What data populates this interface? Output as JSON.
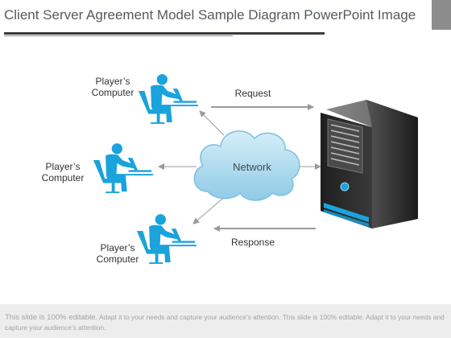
{
  "title": "Client Server Agreement Model Sample Diagram PowerPoint Image",
  "diagram": {
    "clients": [
      {
        "label_line1": "Player’s",
        "label_line2": "Computer"
      },
      {
        "label_line1": "Player’s",
        "label_line2": "Computer"
      },
      {
        "label_line1": "Player’s",
        "label_line2": "Computer"
      }
    ],
    "network_label": "Network",
    "request_label": "Request",
    "response_label": "Response",
    "icons": [
      "person-at-computer-icon",
      "cloud-icon",
      "server-tower-icon"
    ],
    "colors": {
      "accent_blue": "#1aa3dc",
      "cloud_fill": "#b3ddee",
      "server_dark": "#2b2b2b",
      "arrow_gray": "#9a9a9a"
    }
  },
  "footer": {
    "text_prefix": "This slide is 100% editable.",
    "text_rest": " Adapt it to your needs and capture your audience's attention. This slide is 100% editable. Adapt it to your needs and capture your audience's attention."
  }
}
